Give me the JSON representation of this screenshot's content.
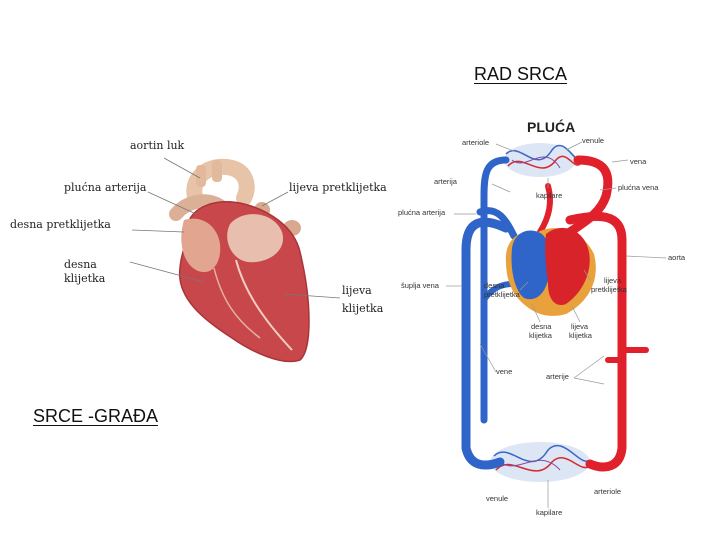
{
  "titles": {
    "circulation": "RAD SRCA",
    "heart": "SRCE -GRAĐA"
  },
  "heart_labels": {
    "aortic_arch": "aortin luk",
    "pulmonary_artery": "plućna arterija",
    "left_atrium": "lijeva pretklijetka",
    "right_atrium": "desna pretklijetka",
    "right_ventricle_1": "desna",
    "right_ventricle_2": "klijetka",
    "left_ventricle_1": "lijeva",
    "left_ventricle_2": "klijetka"
  },
  "circulation_labels": {
    "lungs": "PLUĆA",
    "arteriole_top": "arteriole",
    "venule_top": "venule",
    "vein": "vena",
    "artery": "arterija",
    "capillaries_top": "kapilare",
    "pulmonary_vein": "plućna vena",
    "pulmonary_artery": "plućna arterija",
    "aorta": "aorta",
    "vena_cava": "šuplja vena",
    "right_atrium_1": "desna",
    "right_atrium_2": "pretklijetka",
    "left_atrium_1": "lijeva",
    "left_atrium_2": "pretklijetka",
    "right_ventricle_1": "desna",
    "right_ventricle_2": "klijetka",
    "left_ventricle_1": "lijeva",
    "left_ventricle_2": "klijetka",
    "veins": "vene",
    "arteries": "arterije",
    "venules_bottom": "venule",
    "arterioles_bottom": "arteriole",
    "capillaries_bottom": "kapilare"
  },
  "colors": {
    "oxygenated": "#e0202a",
    "deoxygenated": "#2f64c8",
    "heart_muscle": "#c8474a",
    "fat_tissue": "#e9a23b"
  }
}
